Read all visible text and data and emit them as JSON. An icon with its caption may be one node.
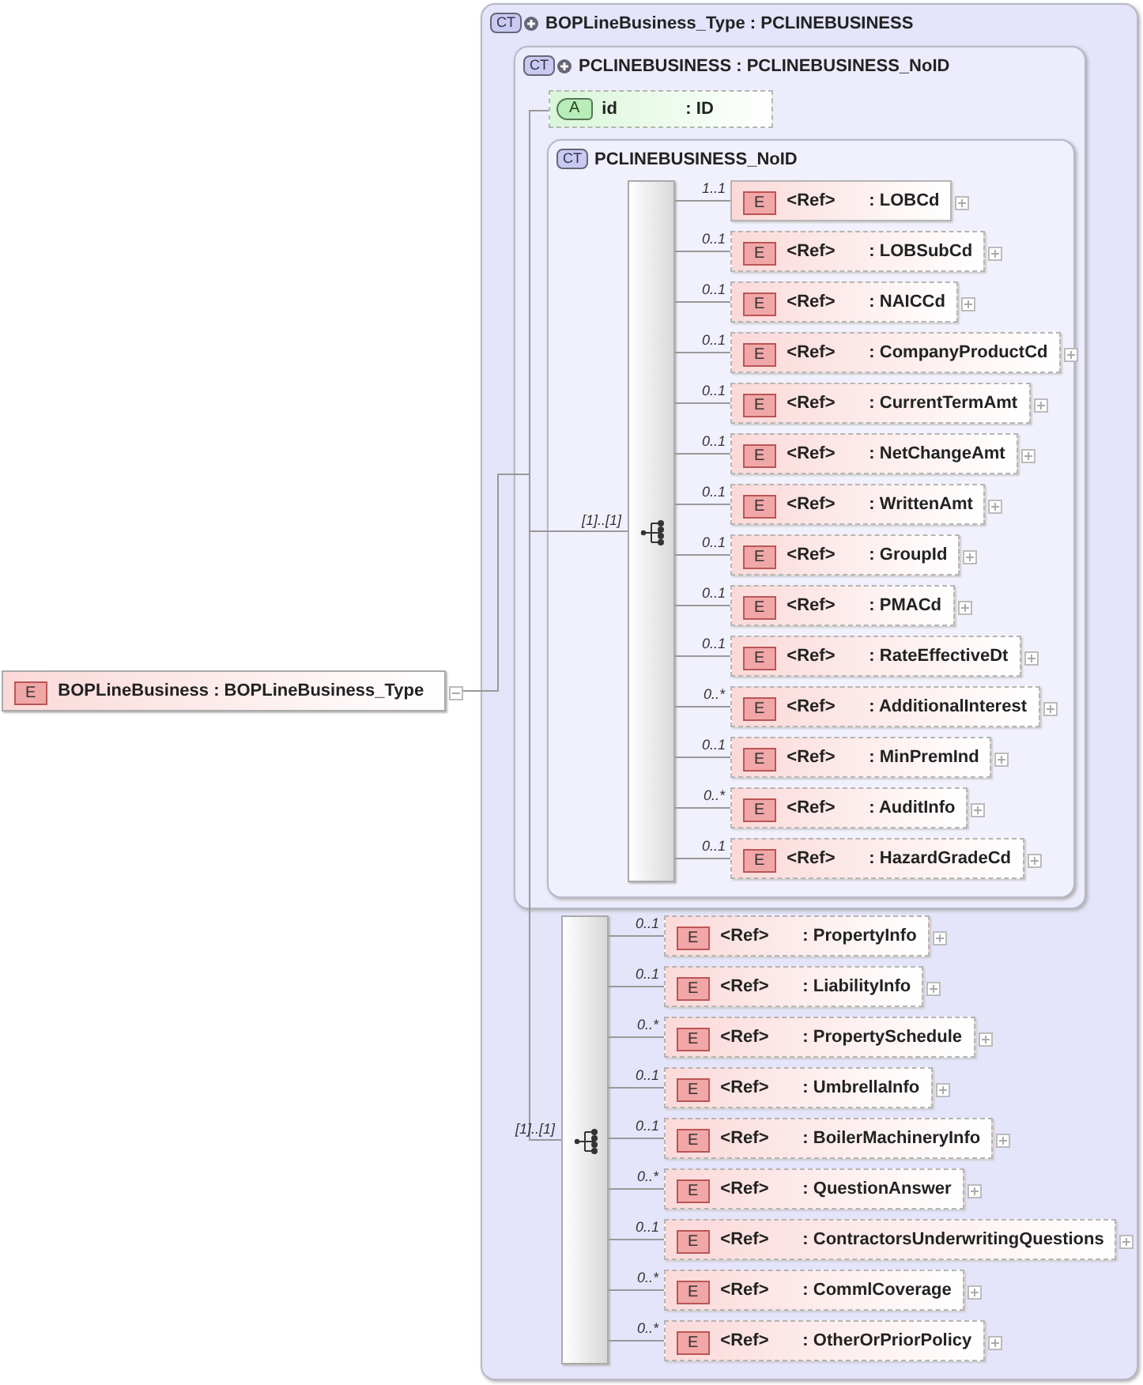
{
  "diagram": {
    "nodes": [
      {
        "text": [
          "E",
          "BOPLineBusiness : BOPLineBusiness_Type"
        ]
      },
      {
        "text": [
          "CT",
          "BOPLineBusiness_Type : PCLINEBUSINESS"
        ]
      },
      {
        "text": [
          "CT",
          "PCLINEBUSINESS : PCLINEBUSINESS_NoID"
        ],
        "in": 1
      },
      {
        "text": [
          "A",
          "id",
          ": ID"
        ],
        "in": 2
      },
      {
        "text": [
          "CT",
          "PCLINEBUSINESS_NoID"
        ],
        "in": 2
      },
      {
        "text": [],
        "shape": "bar",
        "in": 4
      },
      {
        "text": [
          "E",
          "<Ref>",
          ": LOBCd"
        ],
        "in": 4
      },
      {
        "text": [
          "E",
          "<Ref>",
          ": LOBSubCd"
        ],
        "in": 4
      },
      {
        "text": [
          "E",
          "<Ref>",
          ": NAICCd"
        ],
        "in": 4
      },
      {
        "text": [
          "E",
          "<Ref>",
          ": CompanyProductCd"
        ],
        "in": 4
      },
      {
        "text": [
          "E",
          "<Ref>",
          ": CurrentTermAmt"
        ],
        "in": 4
      },
      {
        "text": [
          "E",
          "<Ref>",
          ": NetChangeAmt"
        ],
        "in": 4
      },
      {
        "text": [
          "E",
          "<Ref>",
          ": WrittenAmt"
        ],
        "in": 4
      },
      {
        "text": [
          "E",
          "<Ref>",
          ": GroupId"
        ],
        "in": 4
      },
      {
        "text": [
          "E",
          "<Ref>",
          ": PMACd"
        ],
        "in": 4
      },
      {
        "text": [
          "E",
          "<Ref>",
          ": RateEffectiveDt"
        ],
        "in": 4
      },
      {
        "text": [
          "E",
          "<Ref>",
          ": AdditionalInterest"
        ],
        "in": 4
      },
      {
        "text": [
          "E",
          "<Ref>",
          ": MinPremInd"
        ],
        "in": 4
      },
      {
        "text": [
          "E",
          "<Ref>",
          ": AuditInfo"
        ],
        "in": 4
      },
      {
        "text": [
          "E",
          "<Ref>",
          ": HazardGradeCd"
        ],
        "in": 4
      },
      {
        "text": [],
        "shape": "bar",
        "in": 1
      },
      {
        "text": [
          "E",
          "<Ref>",
          ": PropertyInfo"
        ],
        "in": 1
      },
      {
        "text": [
          "E",
          "<Ref>",
          ": LiabilityInfo"
        ],
        "in": 1
      },
      {
        "text": [
          "E",
          "<Ref>",
          ": PropertySchedule"
        ],
        "in": 1
      },
      {
        "text": [
          "E",
          "<Ref>",
          ": UmbrellaInfo"
        ],
        "in": 1
      },
      {
        "text": [
          "E",
          "<Ref>",
          ": BoilerMachineryInfo"
        ],
        "in": 1
      },
      {
        "text": [
          "E",
          "<Ref>",
          ": QuestionAnswer"
        ],
        "in": 1
      },
      {
        "text": [
          "E",
          "<Ref>",
          ": ContractorsUnderwritingQuestions"
        ],
        "in": 1
      },
      {
        "text": [
          "E",
          "<Ref>",
          ": CommlCoverage"
        ],
        "in": 1
      },
      {
        "text": [
          "E",
          "<Ref>",
          ": OtherOrPriorPolicy"
        ],
        "in": 1
      }
    ],
    "edges": [
      {
        "from": 0,
        "to": 3,
        "arrow": "none"
      },
      {
        "from": 0,
        "to": 5,
        "arrow": "none",
        "label": "[1]..[1]"
      },
      {
        "from": 0,
        "to": 20,
        "arrow": "none",
        "label": "[1]..[1]"
      },
      {
        "from": 5,
        "to": 6,
        "arrow": "none",
        "label": "1..1"
      },
      {
        "from": 5,
        "to": 7,
        "arrow": "none",
        "label": "0..1"
      },
      {
        "from": 5,
        "to": 8,
        "arrow": "none",
        "label": "0..1"
      },
      {
        "from": 5,
        "to": 9,
        "arrow": "none",
        "label": "0..1"
      },
      {
        "from": 5,
        "to": 10,
        "arrow": "none",
        "label": "0..1"
      },
      {
        "from": 5,
        "to": 11,
        "arrow": "none",
        "label": "0..1"
      },
      {
        "from": 5,
        "to": 12,
        "arrow": "none",
        "label": "0..1"
      },
      {
        "from": 5,
        "to": 13,
        "arrow": "none",
        "label": "0..1"
      },
      {
        "from": 5,
        "to": 14,
        "arrow": "none",
        "label": "0..1"
      },
      {
        "from": 5,
        "to": 15,
        "arrow": "none",
        "label": "0..1"
      },
      {
        "from": 5,
        "to": 16,
        "arrow": "none",
        "label": "0..*"
      },
      {
        "from": 5,
        "to": 17,
        "arrow": "none",
        "label": "0..1"
      },
      {
        "from": 5,
        "to": 18,
        "arrow": "none",
        "label": "0..*"
      },
      {
        "from": 5,
        "to": 19,
        "arrow": "none",
        "label": "0..1"
      },
      {
        "from": 20,
        "to": 21,
        "arrow": "none",
        "label": "0..1"
      },
      {
        "from": 20,
        "to": 22,
        "arrow": "none",
        "label": "0..1"
      },
      {
        "from": 20,
        "to": 23,
        "arrow": "none",
        "label": "0..*"
      },
      {
        "from": 20,
        "to": 24,
        "arrow": "none",
        "label": "0..1"
      },
      {
        "from": 20,
        "to": 25,
        "arrow": "none",
        "label": "0..1"
      },
      {
        "from": 20,
        "to": 26,
        "arrow": "none",
        "label": "0..*"
      },
      {
        "from": 20,
        "to": 27,
        "arrow": "none",
        "label": "0..1"
      },
      {
        "from": 20,
        "to": 28,
        "arrow": "none",
        "label": "0..*"
      },
      {
        "from": 20,
        "to": 29,
        "arrow": "none",
        "label": "0..*"
      }
    ]
  }
}
